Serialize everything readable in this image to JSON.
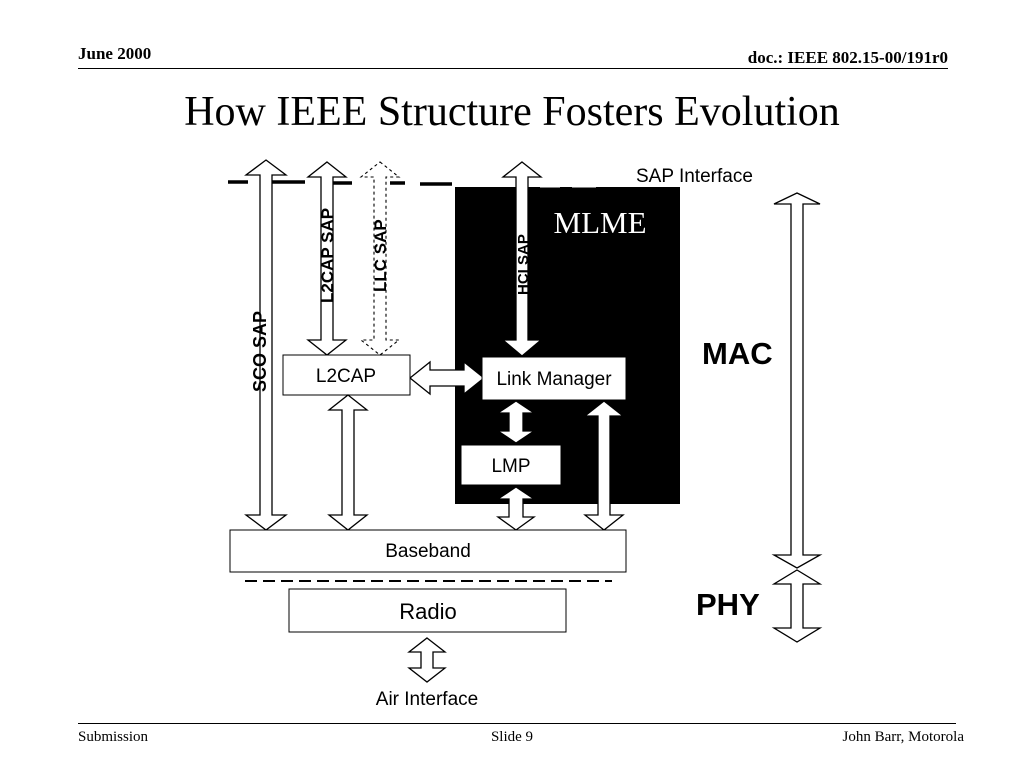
{
  "header": {
    "date": "June 2000",
    "doc_id": "doc.: IEEE 802.15-00/191r0"
  },
  "slide": {
    "title": "How IEEE Structure Fosters Evolution"
  },
  "diagram": {
    "sap_interface": "SAP Interface",
    "mlme_ghost": "MLME",
    "mlme_label": "MLME",
    "sco_sap": "SCO SAP",
    "l2cap_sap": "L2CAP SAP",
    "llc_sap": "LLC SAP",
    "hci_sap": "HCI SAP",
    "l2cap_box": "L2CAP",
    "link_manager_box": "Link Manager",
    "lmp_box": "LMP",
    "baseband_box": "Baseband",
    "radio_box": "Radio",
    "air_interface": "Air Interface",
    "mac_label": "MAC",
    "phy_label": "PHY"
  },
  "footer": {
    "left": "Submission",
    "center": "Slide 9",
    "right": "John Barr, Motorola"
  }
}
